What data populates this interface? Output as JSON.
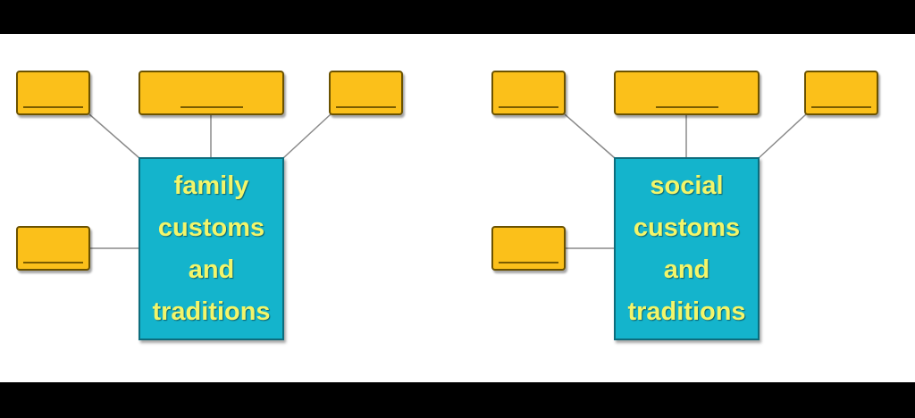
{
  "diagrams": [
    {
      "name": "family",
      "lines": [
        "family",
        "customs",
        "and",
        "traditions"
      ]
    },
    {
      "name": "social",
      "lines": [
        "social",
        "customs",
        "and",
        "traditions"
      ]
    }
  ],
  "colors": {
    "blank_box": "#fbc01a",
    "center_box": "#14b4cc",
    "center_text": "#f2f56a",
    "connector": "#8a8a8a"
  }
}
